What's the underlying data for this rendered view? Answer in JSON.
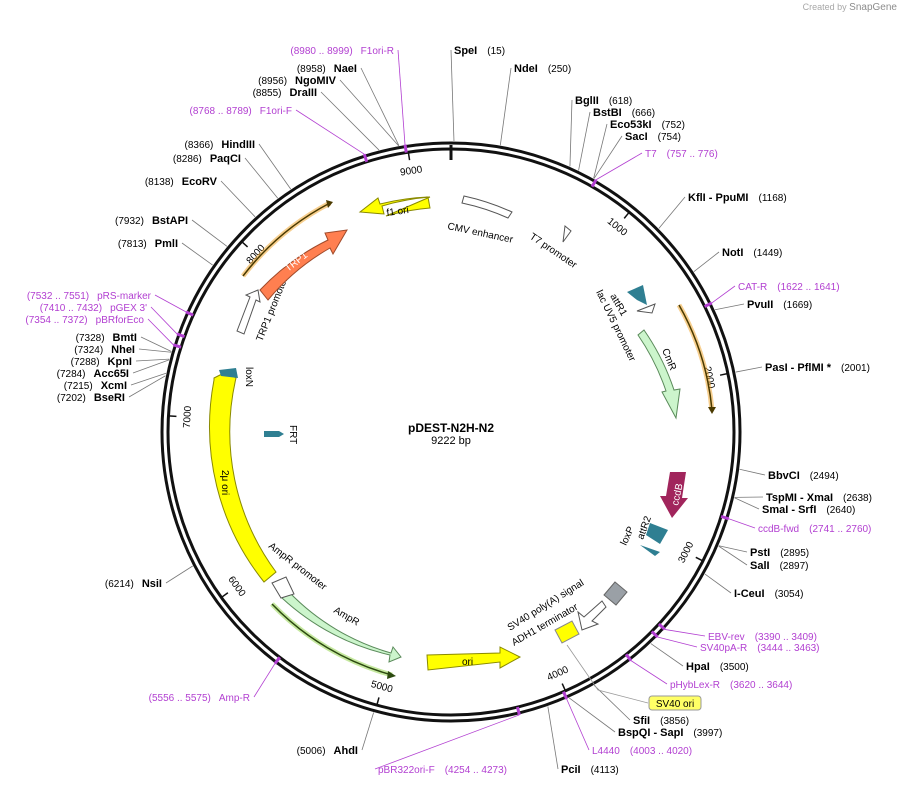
{
  "brand": {
    "prefix": "Created by",
    "name": "SnapGene"
  },
  "plasmid": {
    "name": "pDEST-N2H-N2",
    "size_label": "9222 bp",
    "length": 9222
  },
  "colors": {
    "primer": "#b23fd1",
    "site": "#000000",
    "backbone": "#111111"
  },
  "ticks": [
    {
      "pos": 1000,
      "label": "1000"
    },
    {
      "pos": 2000,
      "label": "2000"
    },
    {
      "pos": 3000,
      "label": "3000"
    },
    {
      "pos": 4000,
      "label": "4000"
    },
    {
      "pos": 5000,
      "label": "5000"
    },
    {
      "pos": 6000,
      "label": "6000"
    },
    {
      "pos": 7000,
      "label": "7000"
    },
    {
      "pos": 8000,
      "label": "8000"
    },
    {
      "pos": 9000,
      "label": "9000"
    }
  ],
  "sites_right": [
    {
      "pos": 15,
      "name": "SpeI",
      "coord": "(15)"
    },
    {
      "pos": 250,
      "name": "NdeI",
      "coord": "(250)"
    },
    {
      "pos": 618,
      "name": "BglII",
      "coord": "(618)"
    },
    {
      "pos": 666,
      "name": "BstBI",
      "coord": "(666)"
    },
    {
      "pos": 752,
      "name": "Eco53kI",
      "coord": "(752)"
    },
    {
      "pos": 754,
      "name": "SacI",
      "coord": "(754)"
    },
    {
      "pos": 1168,
      "name": "KflI  - PpuMI",
      "coord": "(1168)"
    },
    {
      "pos": 1449,
      "name": "NotI",
      "coord": "(1449)"
    },
    {
      "pos": 1669,
      "name": "PvuII",
      "coord": "(1669)"
    },
    {
      "pos": 2001,
      "name": "PasI  - PflMI *",
      "coord": "(2001)"
    },
    {
      "pos": 2494,
      "name": "BbvCI",
      "coord": "(2494)"
    },
    {
      "pos": 2638,
      "name": "TspMI  - XmaI",
      "coord": "(2638)"
    },
    {
      "pos": 2640,
      "name": "SmaI  - SrfI",
      "coord": "(2640)"
    },
    {
      "pos": 2895,
      "name": "PstI",
      "coord": "(2895)"
    },
    {
      "pos": 2897,
      "name": "SalI",
      "coord": "(2897)"
    },
    {
      "pos": 3054,
      "name": "I-CeuI",
      "coord": "(3054)"
    },
    {
      "pos": 3500,
      "name": "HpaI",
      "coord": "(3500)"
    },
    {
      "pos": 3856,
      "name": "SfiI",
      "coord": "(3856)"
    },
    {
      "pos": 3997,
      "name": "BspQI  - SapI",
      "coord": "(3997)"
    },
    {
      "pos": 4113,
      "name": "PciI",
      "coord": "(4113)"
    }
  ],
  "sites_left": [
    {
      "pos": 5006,
      "name": "AhdI",
      "coord": "(5006)"
    },
    {
      "pos": 6214,
      "name": "NsiI",
      "coord": "(6214)"
    },
    {
      "pos": 7202,
      "name": "BseRI",
      "coord": "(7202)"
    },
    {
      "pos": 7215,
      "name": "XcmI",
      "coord": "(7215)"
    },
    {
      "pos": 7284,
      "name": "Acc65I",
      "coord": "(7284)"
    },
    {
      "pos": 7288,
      "name": "KpnI",
      "coord": "(7288)"
    },
    {
      "pos": 7324,
      "name": "NheI",
      "coord": "(7324)"
    },
    {
      "pos": 7328,
      "name": "BmtI",
      "coord": "(7328)"
    },
    {
      "pos": 7813,
      "name": "PmlI",
      "coord": "(7813)"
    },
    {
      "pos": 7932,
      "name": "BstAPI",
      "coord": "(7932)"
    },
    {
      "pos": 8138,
      "name": "EcoRV",
      "coord": "(8138)"
    },
    {
      "pos": 8286,
      "name": "PaqCI",
      "coord": "(8286)"
    },
    {
      "pos": 8366,
      "name": "HindIII",
      "coord": "(8366)"
    },
    {
      "pos": 8855,
      "name": "DraIII",
      "coord": "(8855)"
    },
    {
      "pos": 8956,
      "name": "NgoMIV",
      "coord": "(8956)"
    },
    {
      "pos": 8958,
      "name": "NaeI",
      "coord": "(8958)"
    }
  ],
  "primers_right": [
    {
      "pos": 766,
      "name": "T7",
      "coord": "(757 .. 776)"
    },
    {
      "pos": 1631,
      "name": "CAT-R",
      "coord": "(1622 .. 1641)"
    },
    {
      "pos": 2750,
      "name": "ccdB-fwd",
      "coord": "(2741 .. 2760)"
    },
    {
      "pos": 3400,
      "name": "EBV-rev",
      "coord": "(3390 .. 3409)"
    },
    {
      "pos": 3453,
      "name": "SV40pA-R",
      "coord": "(3444 .. 3463)"
    },
    {
      "pos": 3632,
      "name": "pHybLex-R",
      "coord": "(3620 .. 3644)"
    },
    {
      "pos": 4011,
      "name": "L4440",
      "coord": "(4003 .. 4020)"
    },
    {
      "pos": 4263,
      "name": "pBR322ori-F",
      "coord": "(4254 .. 4273)"
    }
  ],
  "primers_left": [
    {
      "pos": 5565,
      "name": "Amp-R",
      "coord": "(5556 .. 5575)"
    },
    {
      "pos": 7363,
      "name": "pBRforEco",
      "coord": "(7354 .. 7372)"
    },
    {
      "pos": 7421,
      "name": "pGEX 3'",
      "coord": "(7410 .. 7432)"
    },
    {
      "pos": 7541,
      "name": "pRS-marker",
      "coord": "(7532 .. 7551)"
    },
    {
      "pos": 8778,
      "name": "F1ori-F",
      "coord": "(8768 .. 8789)"
    },
    {
      "pos": 8989,
      "name": "F1ori-R",
      "coord": "(8980 .. 8999)"
    }
  ],
  "sv40_ori_label": "SV40 ori",
  "features": [
    {
      "label": "CMV enhancer",
      "text": "CMV enhancer"
    },
    {
      "label": "T7 promoter",
      "text": "T7 promoter"
    },
    {
      "label": "attR1",
      "text": "attR1"
    },
    {
      "label": "lac UV5 promoter",
      "text": "lac UV5 promoter"
    },
    {
      "label": "CmR",
      "text": "CmR"
    },
    {
      "label": "ccdB",
      "text": "ccdB"
    },
    {
      "label": "attR2",
      "text": "attR2"
    },
    {
      "label": "loxP",
      "text": "loxP"
    },
    {
      "label": "SV40 poly(A) signal",
      "text": "SV40 poly(A) signal"
    },
    {
      "label": "ADH1 terminator",
      "text": "ADH1 terminator"
    },
    {
      "label": "ori",
      "text": "ori"
    },
    {
      "label": "AmpR",
      "text": "AmpR"
    },
    {
      "label": "AmpR promoter",
      "text": "AmpR promoter"
    },
    {
      "label": "2μ ori",
      "text": "2μ ori"
    },
    {
      "label": "loxN",
      "text": "loxN"
    },
    {
      "label": "FRT",
      "text": "FRT"
    },
    {
      "label": "TRP1 promoter",
      "text": "TRP1 promoter"
    },
    {
      "label": "TRP1",
      "text": "TRP1"
    },
    {
      "label": "f1 ori",
      "text": "f1 ori"
    }
  ]
}
